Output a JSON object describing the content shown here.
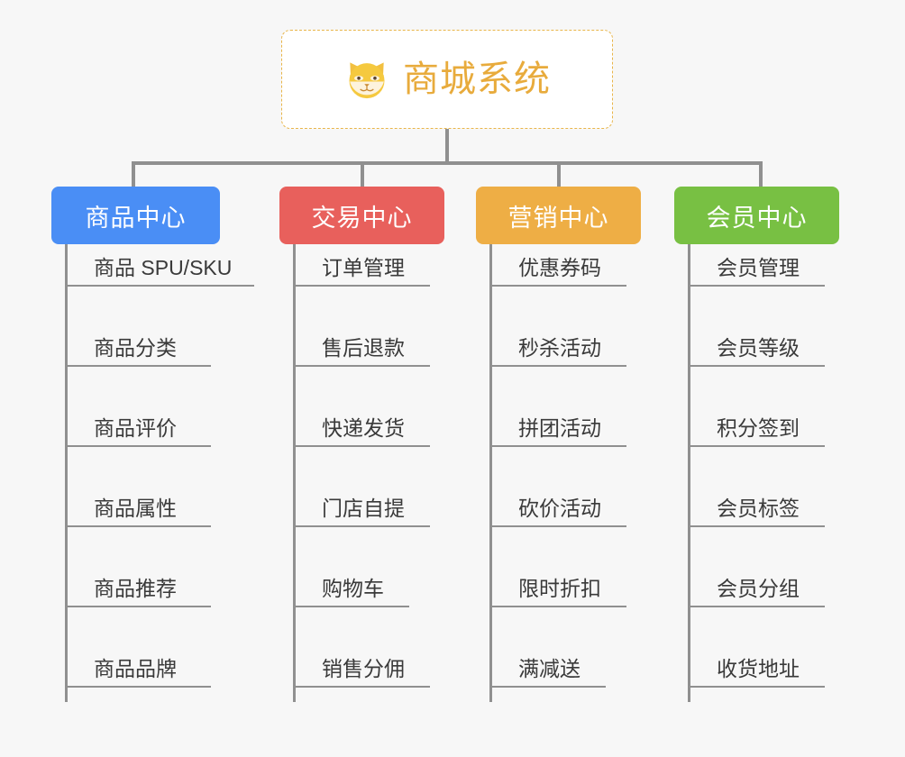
{
  "diagram": {
    "type": "mindmap",
    "background_color": "#f7f7f7",
    "root": {
      "title": "商城系统",
      "icon": "shiba-inu-dog-face-emoji",
      "icon_glyph": "🐕",
      "text_color": "#e8ab3c",
      "border_color": "#e8b54a",
      "border_style": "dashed",
      "background_color": "#ffffff"
    },
    "branches": [
      {
        "id": "product",
        "label": "商品中心",
        "color": "#4a8ef5",
        "items": [
          "商品 SPU/SKU",
          "商品分类",
          "商品评价",
          "商品属性",
          "商品推荐",
          "商品品牌"
        ]
      },
      {
        "id": "trade",
        "label": "交易中心",
        "color": "#e8605c",
        "items": [
          "订单管理",
          "售后退款",
          "快递发货",
          "门店自提",
          "购物车",
          "销售分佣"
        ]
      },
      {
        "id": "marketing",
        "label": "营销中心",
        "color": "#eeae45",
        "items": [
          "优惠券码",
          "秒杀活动",
          "拼团活动",
          "砍价活动",
          "限时折扣",
          "满减送"
        ]
      },
      {
        "id": "member",
        "label": "会员中心",
        "color": "#78c043",
        "items": [
          "会员管理",
          "会员等级",
          "积分签到",
          "会员标签",
          "会员分组",
          "收货地址"
        ]
      }
    ],
    "connector_color": "#909090"
  }
}
